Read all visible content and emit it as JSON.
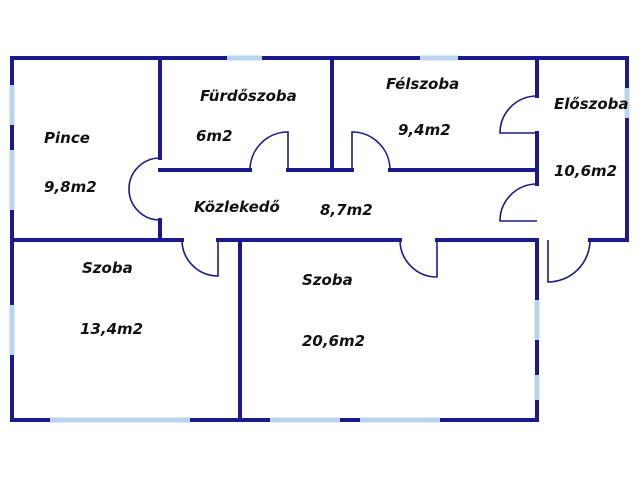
{
  "rooms": {
    "pince": {
      "name": "Pince",
      "area": "9,8m2"
    },
    "furdoszoba": {
      "name": "Fürdőszoba",
      "area": "6m2"
    },
    "felszoba": {
      "name": "Félszoba",
      "area": "9,4m2"
    },
    "eloszoba": {
      "name": "Előszoba",
      "area": "10,6m2"
    },
    "kozlekedo": {
      "name": "Közlekedő",
      "area": "8,7m2"
    },
    "szoba1": {
      "name": "Szoba",
      "area": "13,4m2"
    },
    "szoba2": {
      "name": "Szoba",
      "area": "20,6m2"
    }
  },
  "colors": {
    "wall": "#1a1a8c",
    "window": "#b8d4ee",
    "text": "#111111",
    "background": "#ffffff"
  }
}
